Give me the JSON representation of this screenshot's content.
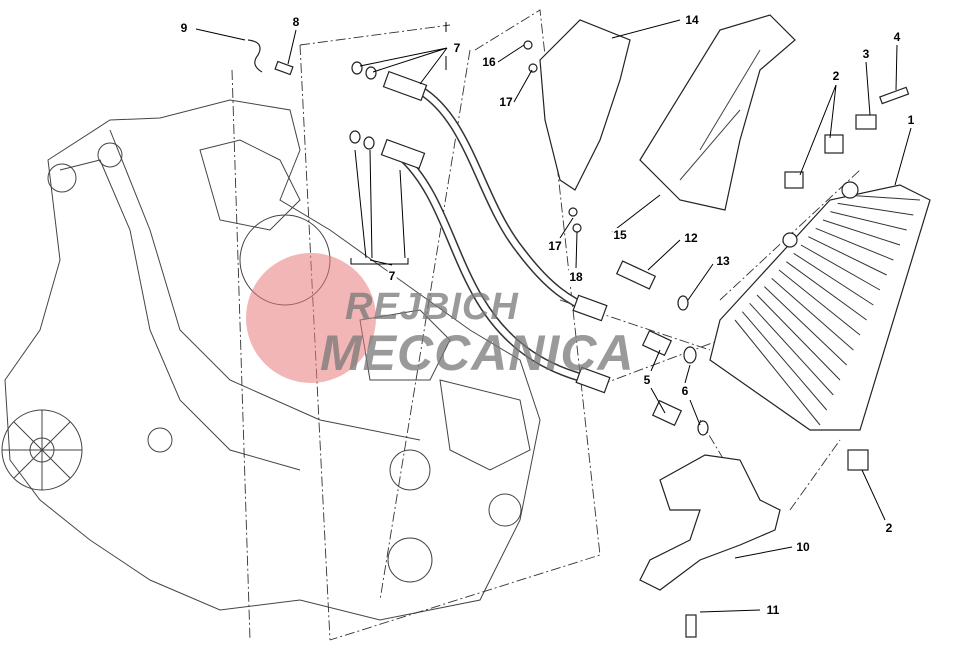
{
  "watermark": {
    "line1": "REJBICH",
    "line2": "MECCANICA",
    "logo_color": "#e87a7a"
  },
  "callouts": [
    {
      "id": "c9",
      "label": "9"
    },
    {
      "id": "c8",
      "label": "8"
    },
    {
      "id": "c7a",
      "label": "7"
    },
    {
      "id": "c16",
      "label": "16"
    },
    {
      "id": "c17a",
      "label": "17"
    },
    {
      "id": "c14",
      "label": "14"
    },
    {
      "id": "c3",
      "label": "3"
    },
    {
      "id": "c4",
      "label": "4"
    },
    {
      "id": "c2a",
      "label": "2"
    },
    {
      "id": "c1",
      "label": "1"
    },
    {
      "id": "c15",
      "label": "15"
    },
    {
      "id": "c12",
      "label": "12"
    },
    {
      "id": "c13",
      "label": "13"
    },
    {
      "id": "c17b",
      "label": "17"
    },
    {
      "id": "c18",
      "label": "18"
    },
    {
      "id": "c7b",
      "label": "7"
    },
    {
      "id": "c5",
      "label": "5"
    },
    {
      "id": "c6",
      "label": "6"
    },
    {
      "id": "c2b",
      "label": "2"
    },
    {
      "id": "c10",
      "label": "10"
    },
    {
      "id": "c11",
      "label": "11"
    }
  ]
}
